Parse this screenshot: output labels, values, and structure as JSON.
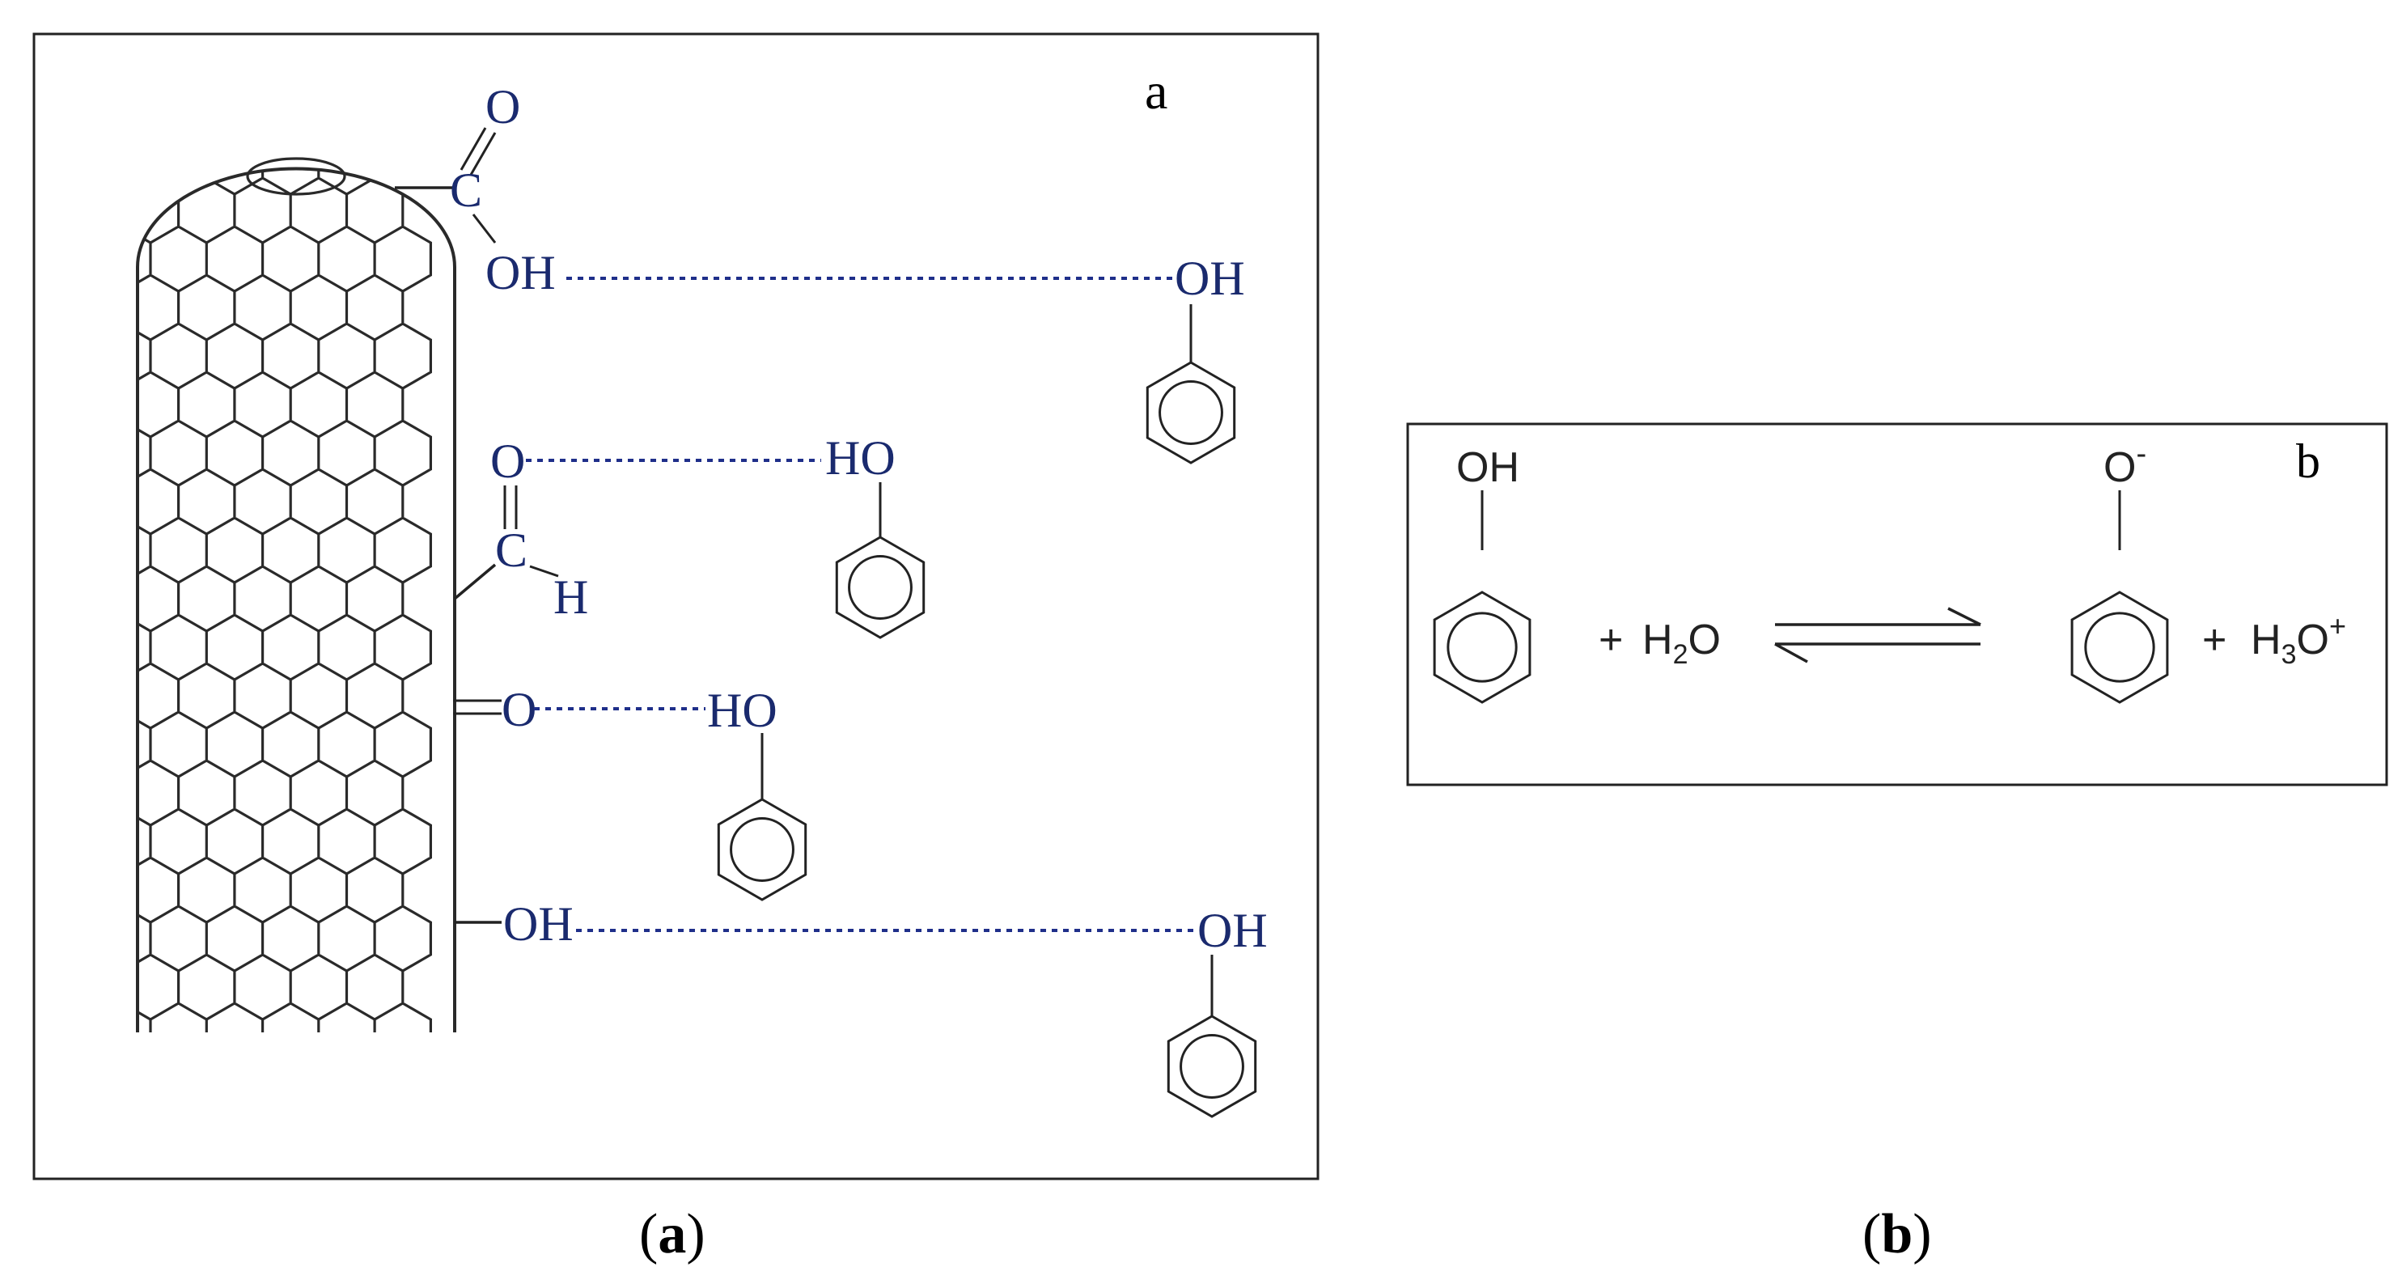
{
  "panel_a": {
    "letter": "a",
    "caption_open": "(",
    "caption_letter": "a",
    "caption_close": ")",
    "groups": {
      "carboxyl_o": "O",
      "carboxyl_c": "C",
      "carboxyl_oh": "OH",
      "aldehyde_o": "O",
      "aldehyde_c": "C",
      "aldehyde_h": "H",
      "ketone_o": "O",
      "hydroxyl_oh": "OH"
    },
    "phenols": [
      {
        "label": "OH"
      },
      {
        "label": "HO"
      },
      {
        "label": "HO"
      },
      {
        "label": "OH"
      }
    ],
    "colors": {
      "hbond": "#1f2f8a",
      "label": "#1a2a6e",
      "tube": "#2a2a2a"
    }
  },
  "panel_b": {
    "letter": "b",
    "caption_open": "(",
    "caption_letter": "b",
    "caption_close": ")",
    "phenol_label": "OH",
    "phenoxide_label": "O",
    "phenoxide_charge": "-",
    "plus1": "+",
    "water": "H",
    "water_sub": "2",
    "water_o": "O",
    "plus2": "+",
    "hydronium_h": "H",
    "hydronium_sub": "3",
    "hydronium_o": "O",
    "hydronium_charge": "+"
  }
}
